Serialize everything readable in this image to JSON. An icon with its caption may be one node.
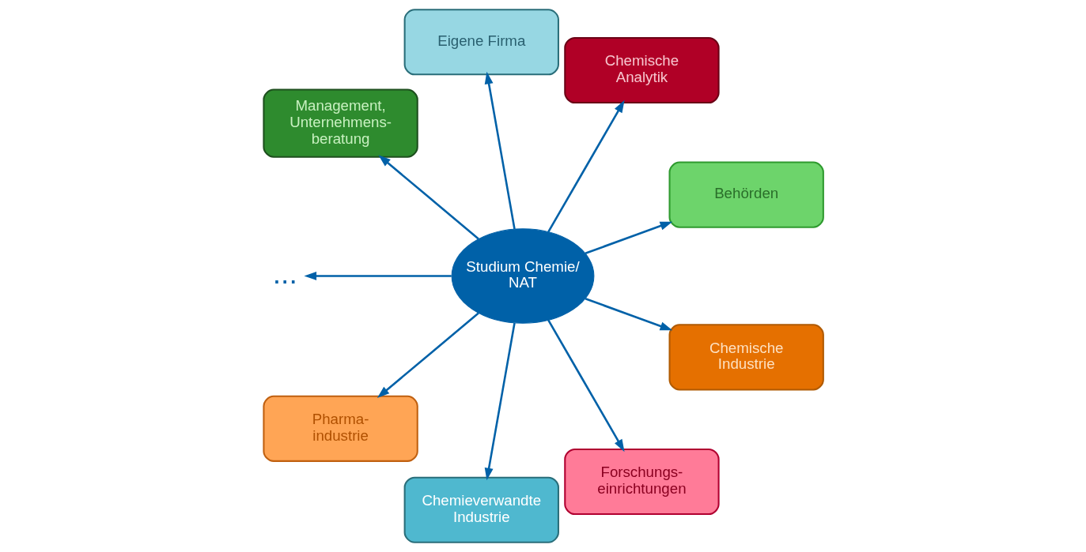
{
  "diagram": {
    "nodes": [
      {
        "text": [
          "Studium Chemie/ NAT"
        ]
      },
      {
        "text": [
          "Behörden"
        ]
      },
      {
        "text": [
          "Chemische Analytik"
        ]
      },
      {
        "text": [
          "Eigene Firma"
        ]
      },
      {
        "text": [
          "Management, Unternehmens- beratung"
        ]
      },
      {
        "text": [
          "..."
        ]
      },
      {
        "text": [
          "Pharma- industrie"
        ]
      },
      {
        "text": [
          "Chemieverwandte Industrie"
        ]
      },
      {
        "text": [
          "Forschungs- einrichtungen"
        ]
      },
      {
        "text": [
          "Chemische Industrie"
        ]
      }
    ],
    "edges": [
      {
        "from": 0,
        "to": 1,
        "arrow": "to"
      },
      {
        "from": 0,
        "to": 2,
        "arrow": "to"
      },
      {
        "from": 0,
        "to": 3,
        "arrow": "to"
      },
      {
        "from": 0,
        "to": 4,
        "arrow": "to"
      },
      {
        "from": 0,
        "to": 5,
        "arrow": "to"
      },
      {
        "from": 0,
        "to": 6,
        "arrow": "to"
      },
      {
        "from": 0,
        "to": 7,
        "arrow": "to"
      },
      {
        "from": 0,
        "to": 8,
        "arrow": "to"
      },
      {
        "from": 0,
        "to": 9,
        "arrow": "to"
      }
    ]
  }
}
